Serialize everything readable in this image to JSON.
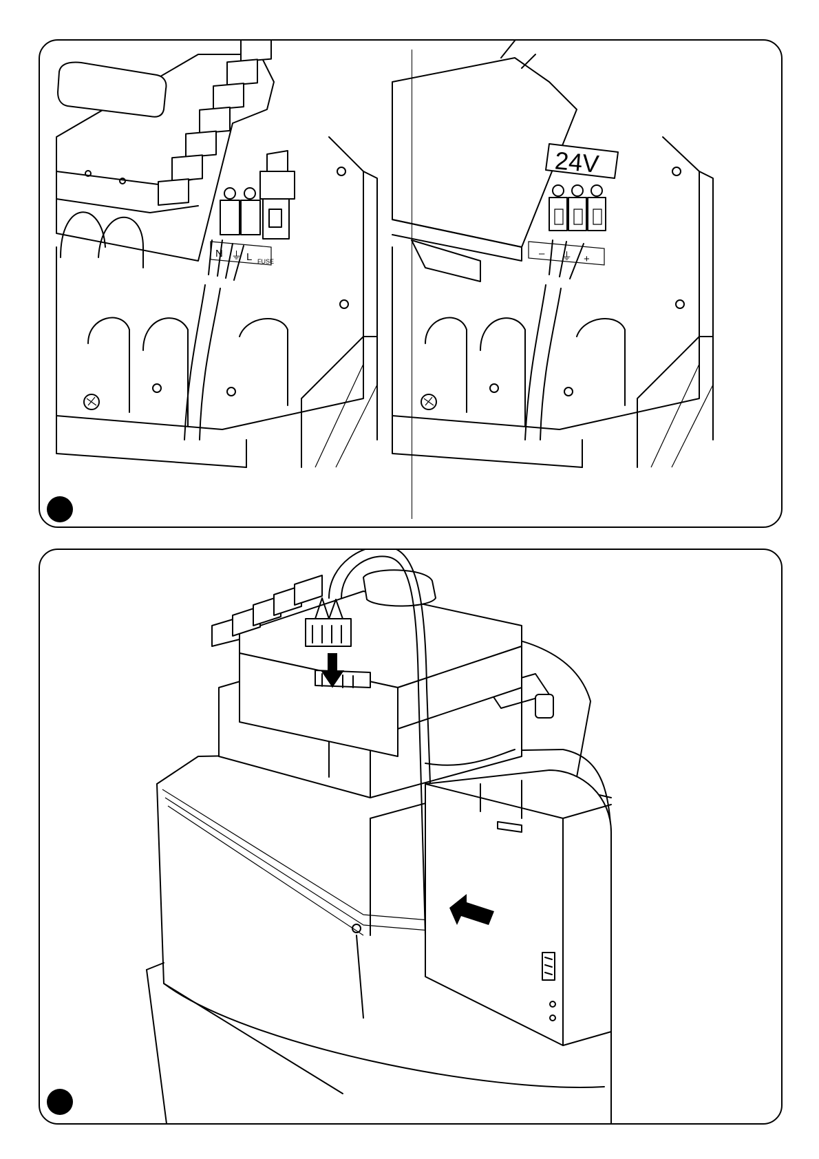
{
  "figure_top": {
    "left_labels": {
      "n": "N",
      "earth": "⏚",
      "l": "L",
      "fuse": "FUSE"
    },
    "right_labels": {
      "voltage": "24V",
      "minus": "–",
      "earth": "⏚",
      "plus": "+"
    }
  },
  "colors": {
    "line": "#000000",
    "background": "#ffffff"
  }
}
